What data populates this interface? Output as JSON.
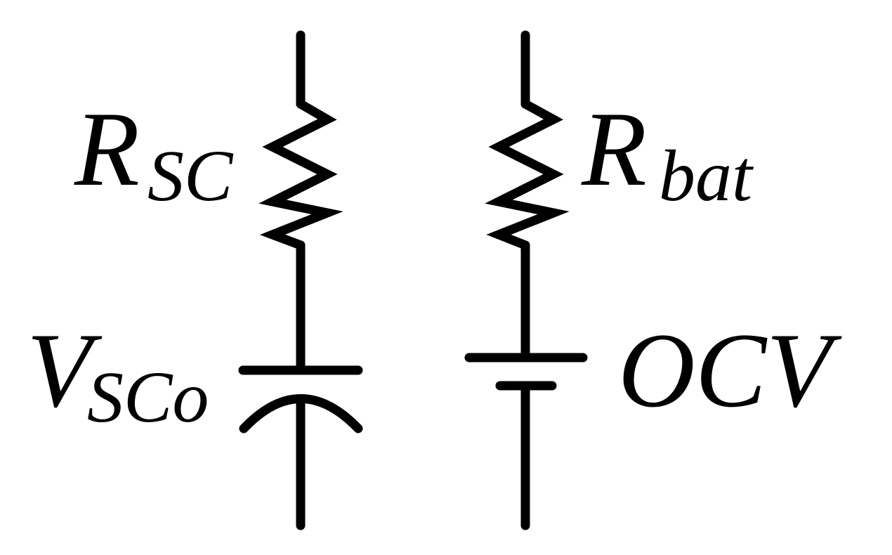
{
  "diagram": {
    "left_branch": {
      "resistor_label": {
        "main": "R",
        "sub": "SC"
      },
      "capacitor_label": {
        "main": "V",
        "sub": "SCo"
      }
    },
    "right_branch": {
      "resistor_label": {
        "main": "R",
        "sub": "bat"
      },
      "source_label": {
        "main": "OCV"
      }
    },
    "colors": {
      "stroke": "#000000",
      "background": "#ffffff"
    }
  }
}
